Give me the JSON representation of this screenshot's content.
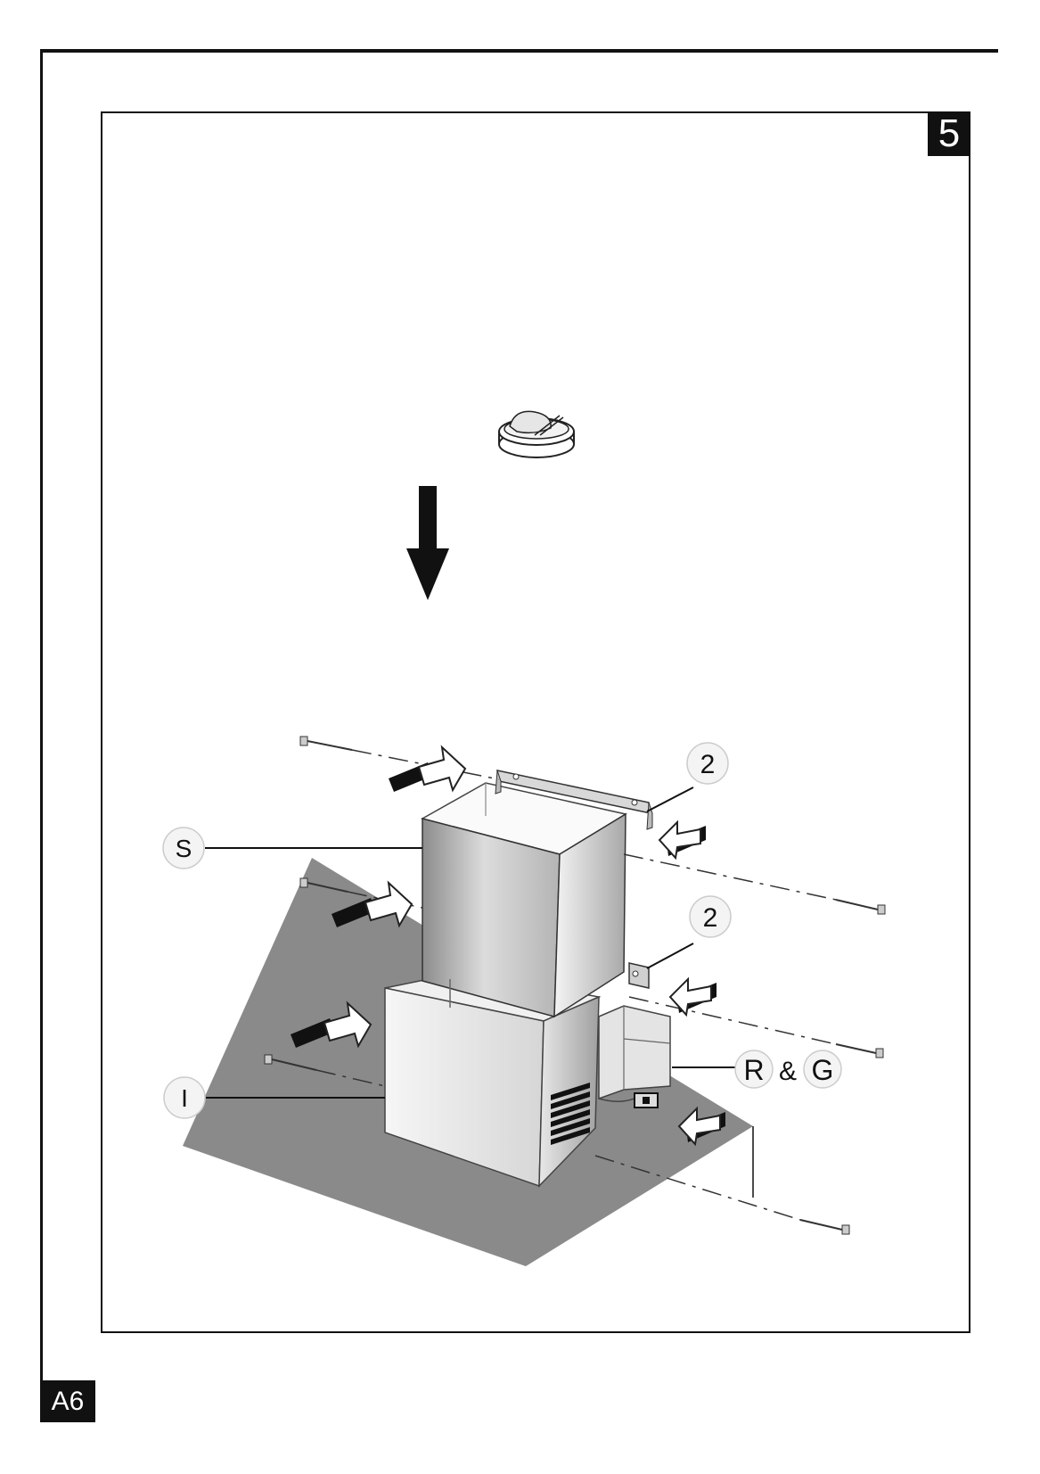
{
  "page": {
    "step_number": "5",
    "page_code": "A6"
  },
  "labels": {
    "upper_chimney": "S",
    "lower_chimney": "I",
    "rg_r": "R",
    "rg_amp": "&",
    "rg_g": "G",
    "bracket_top": "2",
    "bracket_bottom": "2"
  },
  "colors": {
    "frame": "#111111",
    "ceiling": "#888888",
    "chimney_light": "#f2f2f2",
    "chimney_dark": "#999999"
  },
  "icons": [
    "filter-icon",
    "down-arrow-icon",
    "screw-icon",
    "insert-arrow-icon"
  ]
}
